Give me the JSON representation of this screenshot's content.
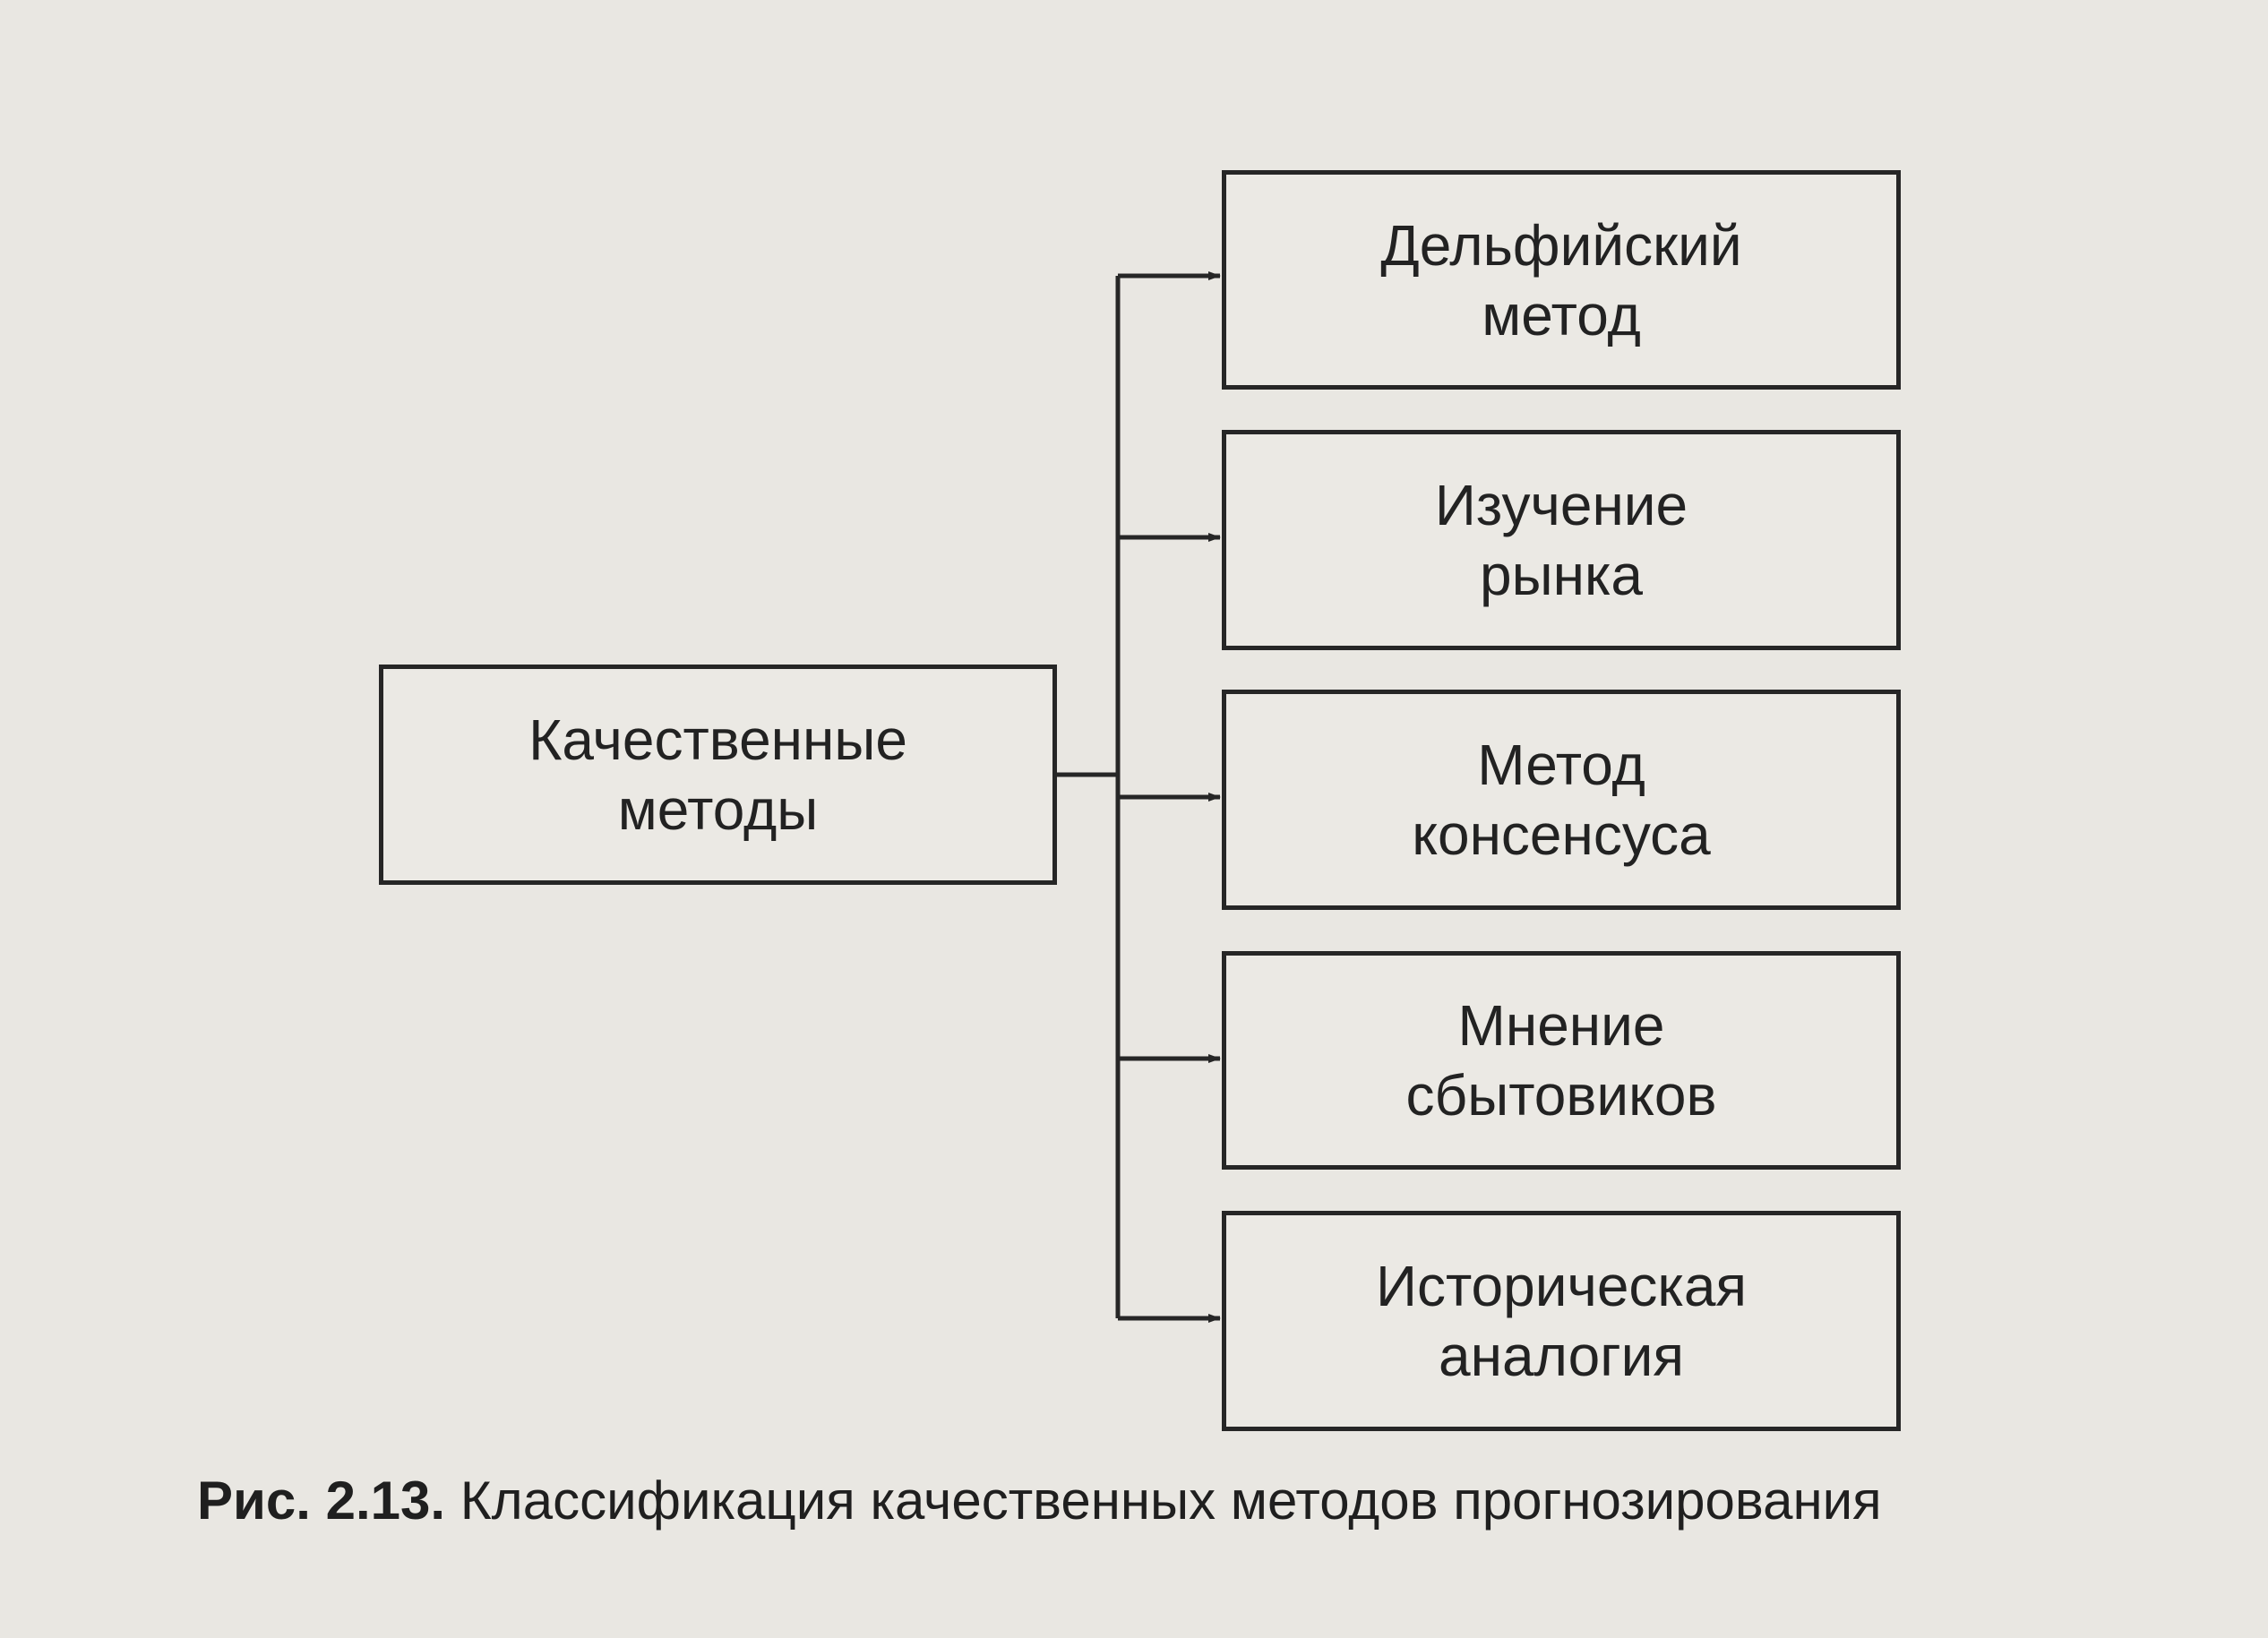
{
  "diagram": {
    "root": {
      "line1": "Качественные",
      "line2": "методы"
    },
    "children": [
      {
        "line1": "Дельфийский",
        "line2": "метод"
      },
      {
        "line1": "Изучение",
        "line2": "рынка"
      },
      {
        "line1": "Метод",
        "line2": "консенсуса"
      },
      {
        "line1": "Мнение",
        "line2": "сбытовиков"
      },
      {
        "line1": "Историческая",
        "line2": "аналогия"
      }
    ]
  },
  "caption": {
    "label": "Рис. 2.13.",
    "text": "Классификация качественных методов прогнозирования"
  },
  "colors": {
    "paper": "#e9e7e2",
    "ink": "#262626"
  }
}
